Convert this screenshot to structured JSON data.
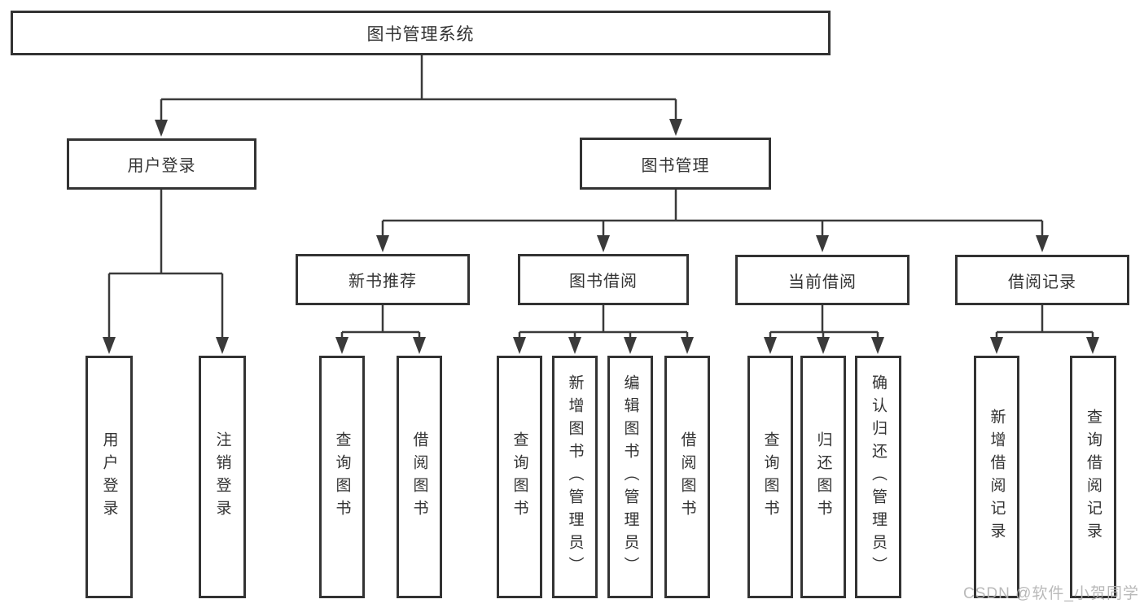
{
  "tree": {
    "label": "图书管理系统",
    "children": [
      {
        "label": "用户登录",
        "children": [
          {
            "label": "用户登录"
          },
          {
            "label": "注销登录"
          }
        ]
      },
      {
        "label": "图书管理",
        "children": [
          {
            "label": "新书推荐",
            "children": [
              {
                "label": "查询图书"
              },
              {
                "label": "借阅图书"
              }
            ]
          },
          {
            "label": "图书借阅",
            "children": [
              {
                "label": "查询图书"
              },
              {
                "label": "新增图书（管理员）"
              },
              {
                "label": "编辑图书（管理员）"
              },
              {
                "label": "借阅图书"
              }
            ]
          },
          {
            "label": "当前借阅",
            "children": [
              {
                "label": "查询图书"
              },
              {
                "label": "归还图书"
              },
              {
                "label": "确认归还（管理员）"
              }
            ]
          },
          {
            "label": "借阅记录",
            "children": [
              {
                "label": "新增借阅记录"
              },
              {
                "label": "查询借阅记录"
              }
            ]
          }
        ]
      }
    ]
  },
  "watermark": "CSDN @软件_小贺同学",
  "colors": {
    "line": "#3a3a3a",
    "box_border": "#333333",
    "text": "#333333",
    "watermark": "#b2b2b2",
    "background": "#ffffff"
  }
}
